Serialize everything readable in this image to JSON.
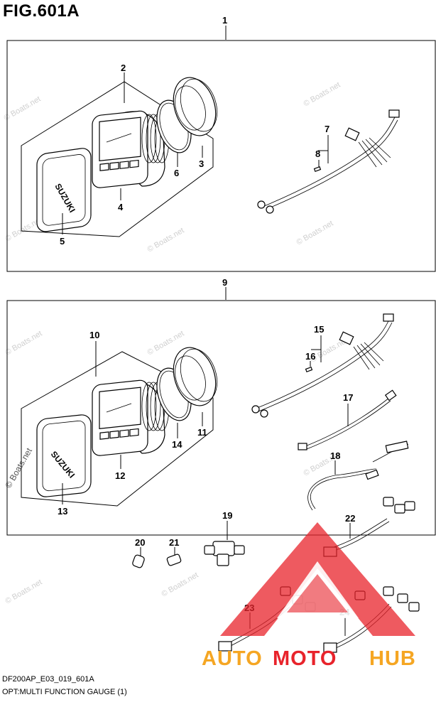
{
  "figure": {
    "title": "FIG.601A",
    "model_code": "DF200AP_E03_019_601A",
    "caption": "OPT:MULTI FUNCTION GAUGE (1)"
  },
  "callouts": [
    "1",
    "2",
    "3",
    "4",
    "5",
    "6",
    "7",
    "8",
    "9",
    "10",
    "11",
    "12",
    "13",
    "14",
    "15",
    "16",
    "17",
    "18",
    "19",
    "20",
    "21",
    "22",
    "23",
    "24"
  ],
  "logo_text": "SUZUKI",
  "watermark_text": "© Boats.net",
  "brand": {
    "part1": "AUTO",
    "part2": "MOTO",
    "part3": "HUB",
    "color_primary": "#f5a623",
    "color_secondary": "#e8232b"
  }
}
